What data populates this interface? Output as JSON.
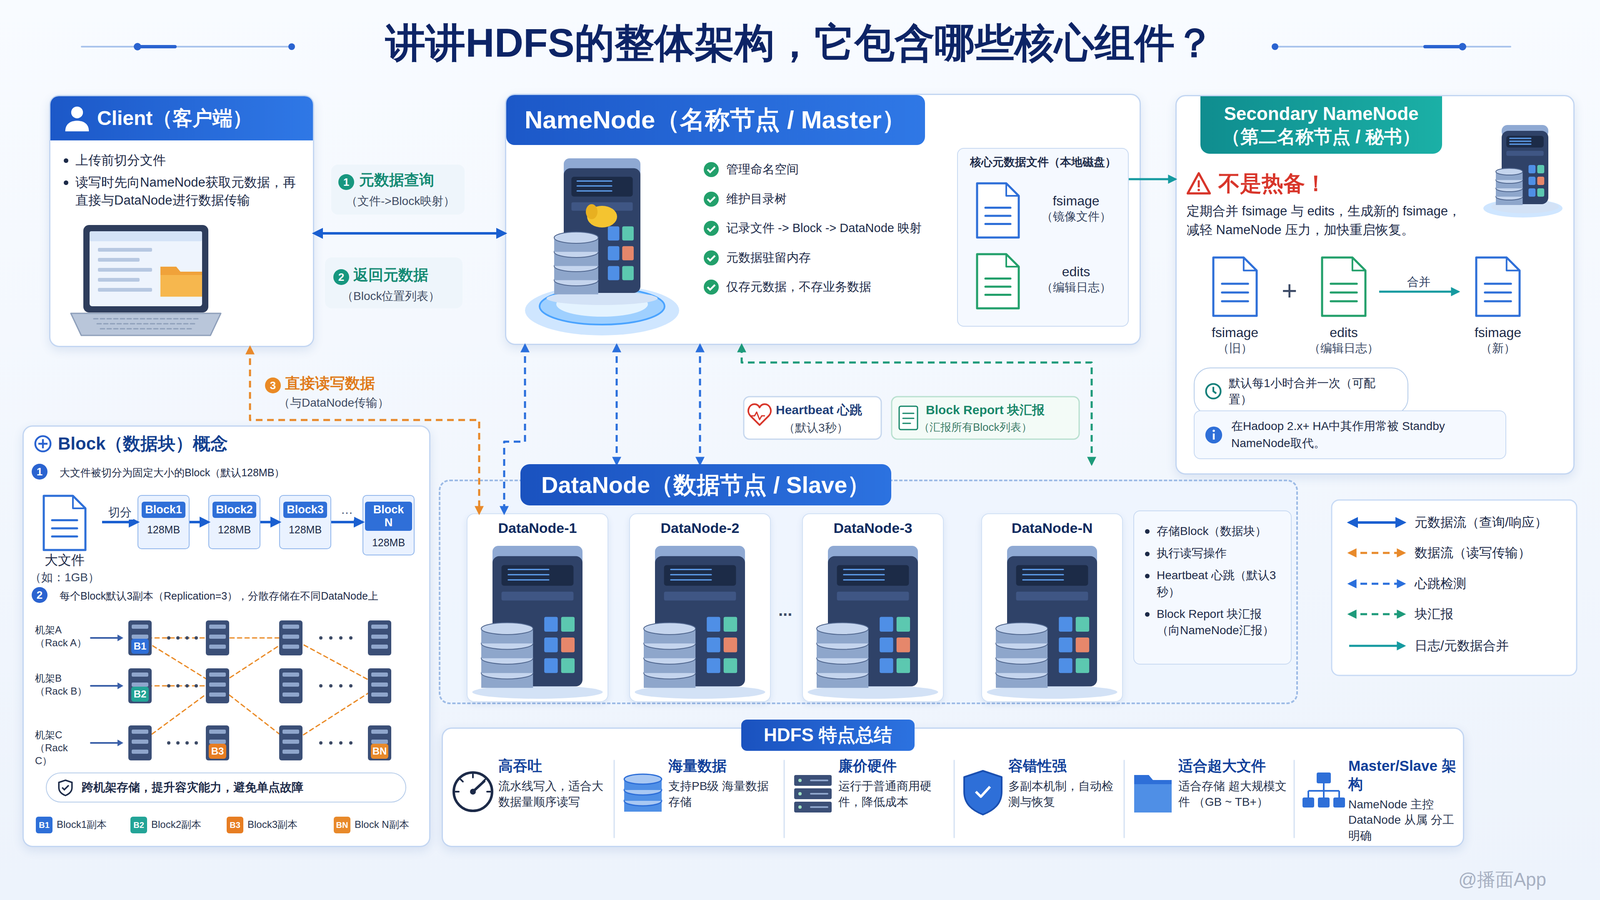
{
  "diagram": {
    "title": "讲讲HDFS的整体架构，它包含哪些核心组件？",
    "nodes": [
      {
        "text": [
          "Client（客户端）",
          "上传前切分文件",
          "读写时先向NameNode获取元数据，再直接与DataNode进行数据传输"
        ]
      },
      {
        "text": [
          "NameNode（名称节点 / Master）",
          "管理命名空间",
          "维护目录树",
          "记录文件 -> Block -> DataNode 映射",
          "元数据驻留内存",
          "仅存元数据，不存业务数据"
        ]
      },
      {
        "text": [
          "核心元数据文件（本地磁盘）"
        ],
        "in": 1
      },
      {
        "text": [
          "fsimage",
          "（镜像文件）"
        ],
        "in": 2
      },
      {
        "text": [
          "edits",
          "（编辑日志）"
        ],
        "in": 2
      },
      {
        "text": [
          "Secondary NameNode （第二名称节点 / 秘书）",
          "不是热备！",
          "定期合并 fsimage 与 edits，生成新的 fsimage，减轻 NameNode 压力，加快重启恢复。"
        ]
      },
      {
        "text": [
          "fsimage",
          "（旧）"
        ],
        "in": 5
      },
      {
        "text": [
          "edits",
          "（编辑日志）"
        ],
        "in": 5
      },
      {
        "text": [
          "fsimage",
          "（新）"
        ],
        "in": 5
      },
      {
        "text": [
          "默认每1小时合并一次（可配置）"
        ],
        "in": 5
      },
      {
        "text": [
          "在Hadoop 2.x+ HA中其作用常被 Standby NameNode取代。"
        ],
        "in": 5
      },
      {
        "text": [
          "DataNode（数据节点 / Slave）"
        ]
      },
      {
        "text": [
          "DataNode-1"
        ],
        "in": 11
      },
      {
        "text": [
          "DataNode-2"
        ],
        "in": 11
      },
      {
        "text": [
          "DataNode-3"
        ],
        "in": 11
      },
      {
        "text": [
          "DataNode-N"
        ],
        "in": 11
      },
      {
        "text": [
          "存储Block（数据块）",
          "执行读写操作",
          "Heartbeat 心跳（默认3秒）",
          "Block Report 块汇报 （向NameNode汇报）"
        ],
        "in": 11
      },
      {
        "text": [
          "Block（数据块）概念",
          "大文件被切分为固定大小的Block（默认128MB）",
          "每个Block默认3副本（Replication=3），分散存储在不同DataNode上"
        ]
      },
      {
        "text": [
          "大文件",
          "（如：1GB）"
        ],
        "in": 17
      },
      {
        "text": [
          "Block1",
          "128MB"
        ],
        "in": 17
      },
      {
        "text": [
          "Block2",
          "128MB"
        ],
        "in": 17
      },
      {
        "text": [
          "Block3",
          "128MB"
        ],
        "in": 17
      },
      {
        "text": [
          "Block N",
          "128MB"
        ],
        "in": 17
      },
      {
        "text": [
          "B1"
        ],
        "in": 17
      },
      {
        "text": [
          "B2"
        ],
        "in": 17
      },
      {
        "text": [
          "B3"
        ],
        "in": 17
      },
      {
        "text": [
          "BN"
        ],
        "in": 17
      },
      {
        "text": [
          "跨机架存储，提升容灾能力，避免单点故障"
        ],
        "in": 17
      },
      {
        "text": [
          "HDFS 特点总结"
        ]
      },
      {
        "text": [
          "高吞吐",
          "流水线写入，适合大数据量顺序读写"
        ],
        "in": 28
      },
      {
        "text": [
          "海量数据",
          "支持PB级 海量数据存储"
        ],
        "in": 28
      },
      {
        "text": [
          "廉价硬件",
          "运行于普通商用硬件，降低成本"
        ],
        "in": 28
      },
      {
        "text": [
          "容错性强",
          "多副本机制，自动检测与恢复"
        ],
        "in": 28
      },
      {
        "text": [
          "适合超大文件",
          "适合存储 超大规模文件 （GB ~ TB+）"
        ],
        "in": 28
      },
      {
        "text": [
          "Master/Slave 架构",
          "NameNode 主控 DataNode 从属 分工明确"
        ],
        "in": 28
      }
    ],
    "edges": [
      {
        "from": 0,
        "to": 1,
        "arrow": "both"
      },
      {
        "from": 0,
        "to": 12,
        "arrow": "both"
      },
      {
        "from": 1,
        "to": 12,
        "arrow": "both"
      },
      {
        "from": 1,
        "to": 11,
        "arrow": "both"
      },
      {
        "from": 1,
        "to": 11,
        "arrow": "both"
      },
      {
        "from": 11,
        "to": 1,
        "arrow": "both"
      },
      {
        "from": 2,
        "to": 5,
        "arrow": "to"
      },
      {
        "from": 7,
        "to": 8,
        "label": "合并",
        "arrow": "to"
      },
      {
        "from": 18,
        "to": 19,
        "label": "切分",
        "arrow": "to"
      },
      {
        "from": 19,
        "to": 20,
        "arrow": "to"
      },
      {
        "from": 20,
        "to": 21,
        "arrow": "to"
      },
      {
        "from": 21,
        "to": 22,
        "label": "···",
        "arrow": "to"
      }
    ],
    "labels": [
      "1",
      "元数据查询",
      "（文件->Block映射）",
      "2",
      "返回元数据",
      "（Block位置列表）",
      "3",
      "直接读写数据",
      "（与DataNode传输）",
      "Heartbeat 心跳",
      "（默认3秒）",
      "Block Report 块汇报",
      "（汇报所有Block列表）",
      "1",
      "2",
      "机架A （Rack A）",
      "机架B （Rack B）",
      "机架C （Rack C）",
      "+",
      "...",
      "B1",
      "B2",
      "B3",
      "BN",
      "@播面App"
    ],
    "legend": [
      {
        "text": "元数据流（查询/响应）"
      },
      {
        "text": "数据流（读写传输）"
      },
      {
        "text": "心跳检测"
      },
      {
        "text": "块汇报"
      },
      {
        "text": "日志/元数据合并"
      },
      {
        "text": "Block1副本",
        "color": "#2e6fd8"
      },
      {
        "text": "Block2副本",
        "color": "#23a497"
      },
      {
        "text": "Block3副本",
        "color": "#e77d22"
      },
      {
        "text": "Block N副本",
        "color": "#e8892a"
      }
    ]
  }
}
